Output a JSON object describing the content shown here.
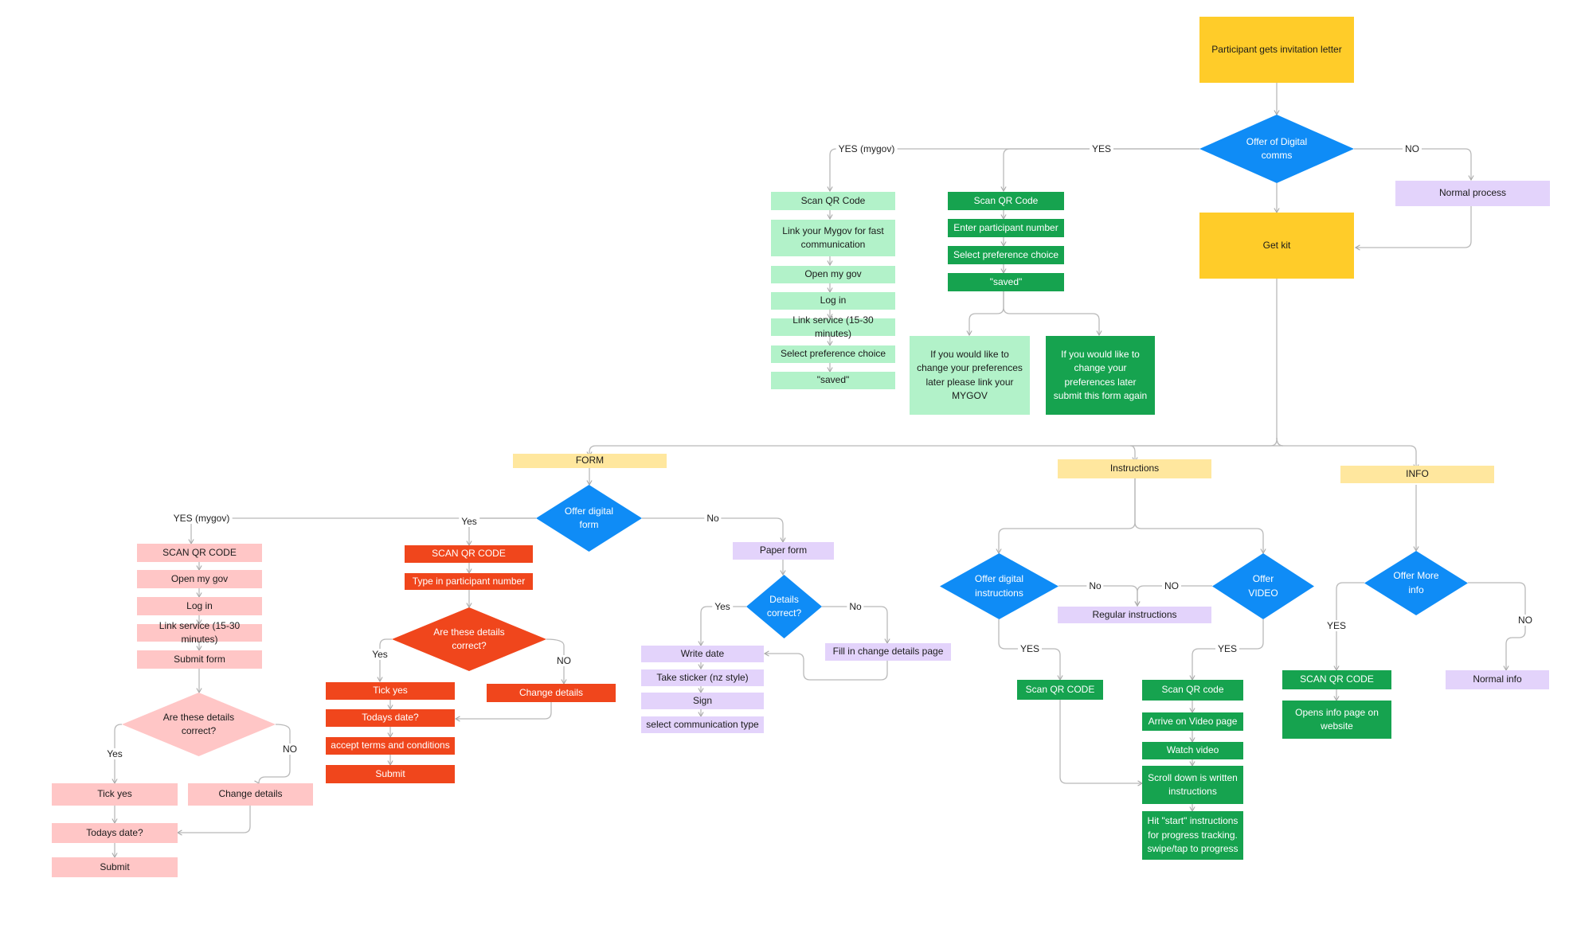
{
  "colors": {
    "yellow": "#ffcc29",
    "light_yellow": "#ffe79e",
    "mint": "#b2f2c9",
    "green": "#16a34f",
    "lavender": "#e3d3fb",
    "pink": "#ffc6c6",
    "red": "#f0461c",
    "blue": "#0f8cf6",
    "light_pink_diamond": "#ffc6c6",
    "connector": "#b9b9b9"
  },
  "nodes": {
    "invitation": "Participant gets invitation letter",
    "offer_digital_comms": "Offer of Digital comms",
    "normal_process": "Normal process",
    "get_kit": "Get kit",
    "mygov_scan_qr": "Scan QR Code",
    "mygov_link": "Link your Mygov for fast communication",
    "mygov_open": "Open my gov",
    "mygov_login": "Log in",
    "mygov_link_service": "Link service (15-30 minutes)",
    "mygov_select_pref": "Select preference choice",
    "mygov_saved": "\"saved\"",
    "yes_scan_qr": "Scan QR Code",
    "yes_enter_participant": "Enter participant number",
    "yes_select_pref": "Select preference choice",
    "yes_saved": "\"saved\"",
    "change_pref_mygov": "If you would like to change your preferences later please link your MYGOV",
    "change_pref_form": "If you would like to change your preferences later submit this form again",
    "form": "FORM",
    "instructions": "Instructions",
    "info": "INFO",
    "offer_digital_form": "Offer digital form",
    "f_mygov_scan": "SCAN QR CODE",
    "f_mygov_open": "Open my gov",
    "f_mygov_login": "Log in",
    "f_mygov_link_service": "Link service (15-30 minutes)",
    "f_mygov_submit_form": "Submit form",
    "f_mygov_details_correct": "Are these details correct?",
    "f_mygov_tick_yes": "Tick yes",
    "f_mygov_change_details": "Change details",
    "f_mygov_todays_date": "Todays date?",
    "f_mygov_submit": "Submit",
    "f_yes_scan": "SCAN QR CODE",
    "f_yes_type_participant": "Type in participant number",
    "f_yes_details_correct": "Are these details correct?",
    "f_yes_tick_yes": "Tick yes",
    "f_yes_change_details": "Change details",
    "f_yes_todays_date": "Todays date?",
    "f_yes_accept_terms": "accept terms and conditions",
    "f_yes_submit": "Submit",
    "paper_form": "Paper form",
    "details_correct": "Details correct?",
    "write_date": "Write date",
    "take_sticker": "Take sticker (nz style)",
    "sign": "Sign",
    "select_comm_type": "select communication type",
    "fill_change_details": "Fill in change details page",
    "offer_digital_instructions": "Offer digital instructions",
    "regular_instructions": "Regular instructions",
    "offer_video": "Offer VIDEO",
    "i_scan_qr": "Scan QR CODE",
    "v_scan_qr": "Scan QR code",
    "v_arrive_video": "Arrive on Video page",
    "v_watch_video": "Watch video",
    "v_scroll_down": "Scroll down is written instructions",
    "v_hit_start": "Hit \"start\" instructions for progress tracking. swipe/tap to progress",
    "offer_more_info": "Offer More info",
    "info_scan_qr": "SCAN QR CODE",
    "info_opens_page": "Opens info page on website",
    "normal_info": "Normal info"
  },
  "edge_labels": {
    "yes_mygov_top": "YES (mygov)",
    "yes_top": "YES",
    "no_top": "NO",
    "yes_mygov_form": "YES (mygov)",
    "yes_form": "Yes",
    "no_form": "No",
    "yes_mygov_details": "Yes",
    "no_mygov_details": "NO",
    "yes_form_details": "Yes",
    "no_form_details": "NO",
    "yes_paper_details": "Yes",
    "no_paper_details": "No",
    "no_instr": "No",
    "no_video": "NO",
    "yes_instr": "YES",
    "yes_video": "YES",
    "yes_info": "YES",
    "no_info": "NO"
  }
}
